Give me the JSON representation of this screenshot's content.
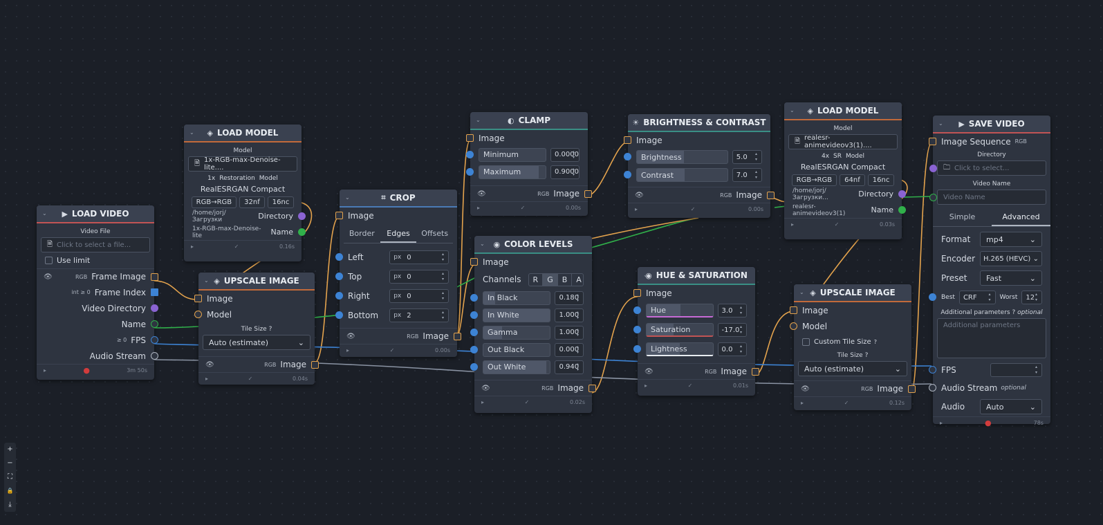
{
  "colors": {
    "image": "#e4a34d",
    "number": "#3d83d4",
    "directory": "#8a63d2",
    "name": "#30b04a",
    "audio": "#aeb5c0",
    "error": "#d23c3c"
  },
  "load_video": {
    "title": "LOAD VIDEO",
    "video_file_label": "Video File",
    "file_placeholder": "Click to select a file...",
    "use_limit": "Use limit",
    "out_frame_tag": "RGB",
    "out_frame": "Frame Image",
    "out_index_tag": "int ≥ 0",
    "out_index": "Frame Index",
    "out_dir": "Video Directory",
    "out_name": "Name",
    "out_fps_tag": "≥ 0",
    "out_fps": "FPS",
    "out_audio": "Audio Stream",
    "time": "3m 50s"
  },
  "load_model_1": {
    "title": "LOAD MODEL",
    "model_label": "Model",
    "file": "1x-RGB-max-Denoise-lite....",
    "badges": [
      "1x",
      "Restoration",
      "Model"
    ],
    "arch": "RealESRGAN Compact",
    "chips": [
      "RGB→RGB",
      "32nf",
      "16nc"
    ],
    "dir_value": "/home/jorj/Загрузки",
    "dir_label": "Directory",
    "name_value": "1x-RGB-max-Denoise-lite",
    "name_label": "Name",
    "time": "0.16s"
  },
  "upscale_1": {
    "title": "UPSCALE IMAGE",
    "in_image": "Image",
    "in_model": "Model",
    "tile_size_label": "Tile Size",
    "tile_size": "Auto (estimate)",
    "out_tag": "RGB",
    "out": "Image",
    "time": "0.04s"
  },
  "crop": {
    "title": "CROP",
    "in_image": "Image",
    "tabs": [
      "Border",
      "Edges",
      "Offsets"
    ],
    "fields": [
      {
        "label": "Left",
        "unit": "px",
        "value": "0"
      },
      {
        "label": "Top",
        "unit": "px",
        "value": "0"
      },
      {
        "label": "Right",
        "unit": "px",
        "value": "0"
      },
      {
        "label": "Bottom",
        "unit": "px",
        "value": "2"
      }
    ],
    "out_tag": "RGB",
    "out": "Image",
    "time": "0.00s"
  },
  "clamp": {
    "title": "CLAMP",
    "in_image": "Image",
    "min_label": "Minimum",
    "min": "0.0000",
    "max_label": "Maximum",
    "max": "0.9000",
    "out_tag": "RGB",
    "out": "Image",
    "time": "0.00s"
  },
  "levels": {
    "title": "COLOR LEVELS",
    "in_image": "Image",
    "channels_label": "Channels",
    "channels": [
      "R",
      "G",
      "B",
      "A"
    ],
    "fields": [
      {
        "label": "In Black",
        "value": "0.180",
        "fill": 0.18
      },
      {
        "label": "In White",
        "value": "1.000",
        "fill": 1.0
      },
      {
        "label": "Gamma",
        "value": "1.000",
        "fill": 0.33
      },
      {
        "label": "Out Black",
        "value": "0.000",
        "fill": 0.0
      },
      {
        "label": "Out White",
        "value": "0.940",
        "fill": 0.94
      }
    ],
    "out_tag": "RGB",
    "out": "Image",
    "time": "0.02s"
  },
  "bc": {
    "title": "BRIGHTNESS & CONTRAST",
    "in_image": "Image",
    "brightness_label": "Brightness",
    "brightness": "5.0",
    "contrast_label": "Contrast",
    "contrast": "7.0",
    "out_tag": "RGB",
    "out": "Image",
    "time": "0.00s"
  },
  "hue": {
    "title": "HUE & SATURATION",
    "in_image": "Image",
    "hue_label": "Hue",
    "hue": "3.0",
    "sat_label": "Saturation",
    "sat": "-17.0",
    "light_label": "Lightness",
    "light": "0.0",
    "out_tag": "RGB",
    "out": "Image",
    "time": "0.01s"
  },
  "load_model_2": {
    "title": "LOAD MODEL",
    "model_label": "Model",
    "file": "realesr-animevideov3(1)....",
    "badges": [
      "4x",
      "SR",
      "Model"
    ],
    "arch": "RealESRGAN Compact",
    "chips": [
      "RGB→RGB",
      "64nf",
      "16nc"
    ],
    "dir_value": "/home/jorj/Загрузки...",
    "dir_label": "Directory",
    "name_value": "realesr-animevideov3(1)",
    "name_label": "Name",
    "time": "0.03s"
  },
  "upscale_2": {
    "title": "UPSCALE IMAGE",
    "in_image": "Image",
    "in_model": "Model",
    "custom_tile": "Custom Tile Size",
    "tile_size_label": "Tile Size",
    "tile_size": "Auto (estimate)",
    "out_tag": "RGB",
    "out": "Image",
    "time": "0.12s"
  },
  "save_video": {
    "title": "SAVE VIDEO",
    "in_seq": "Image Sequence",
    "in_seq_tag": "RGB",
    "dir_label": "Directory",
    "dir_placeholder": "Click to select...",
    "name_label": "Video Name",
    "name_placeholder": "Video Name",
    "tabs": [
      "Simple",
      "Advanced"
    ],
    "format_label": "Format",
    "format": "mp4",
    "encoder_label": "Encoder",
    "encoder": "H.265 (HEVC)",
    "preset_label": "Preset",
    "preset": "Fast",
    "best": "Best",
    "crf": "CRF",
    "worst": "Worst",
    "worst_value": "12",
    "additional_label": "Additional parameters",
    "optional": "optional",
    "additional_placeholder": "Additional parameters",
    "fps_label": "FPS",
    "audio_stream_label": "Audio Stream",
    "audio_label": "Audio",
    "audio": "Auto",
    "time": "78s"
  },
  "zoom": {
    "icons": [
      "+",
      "−",
      "⛶",
      "🔒",
      "⤓"
    ]
  }
}
